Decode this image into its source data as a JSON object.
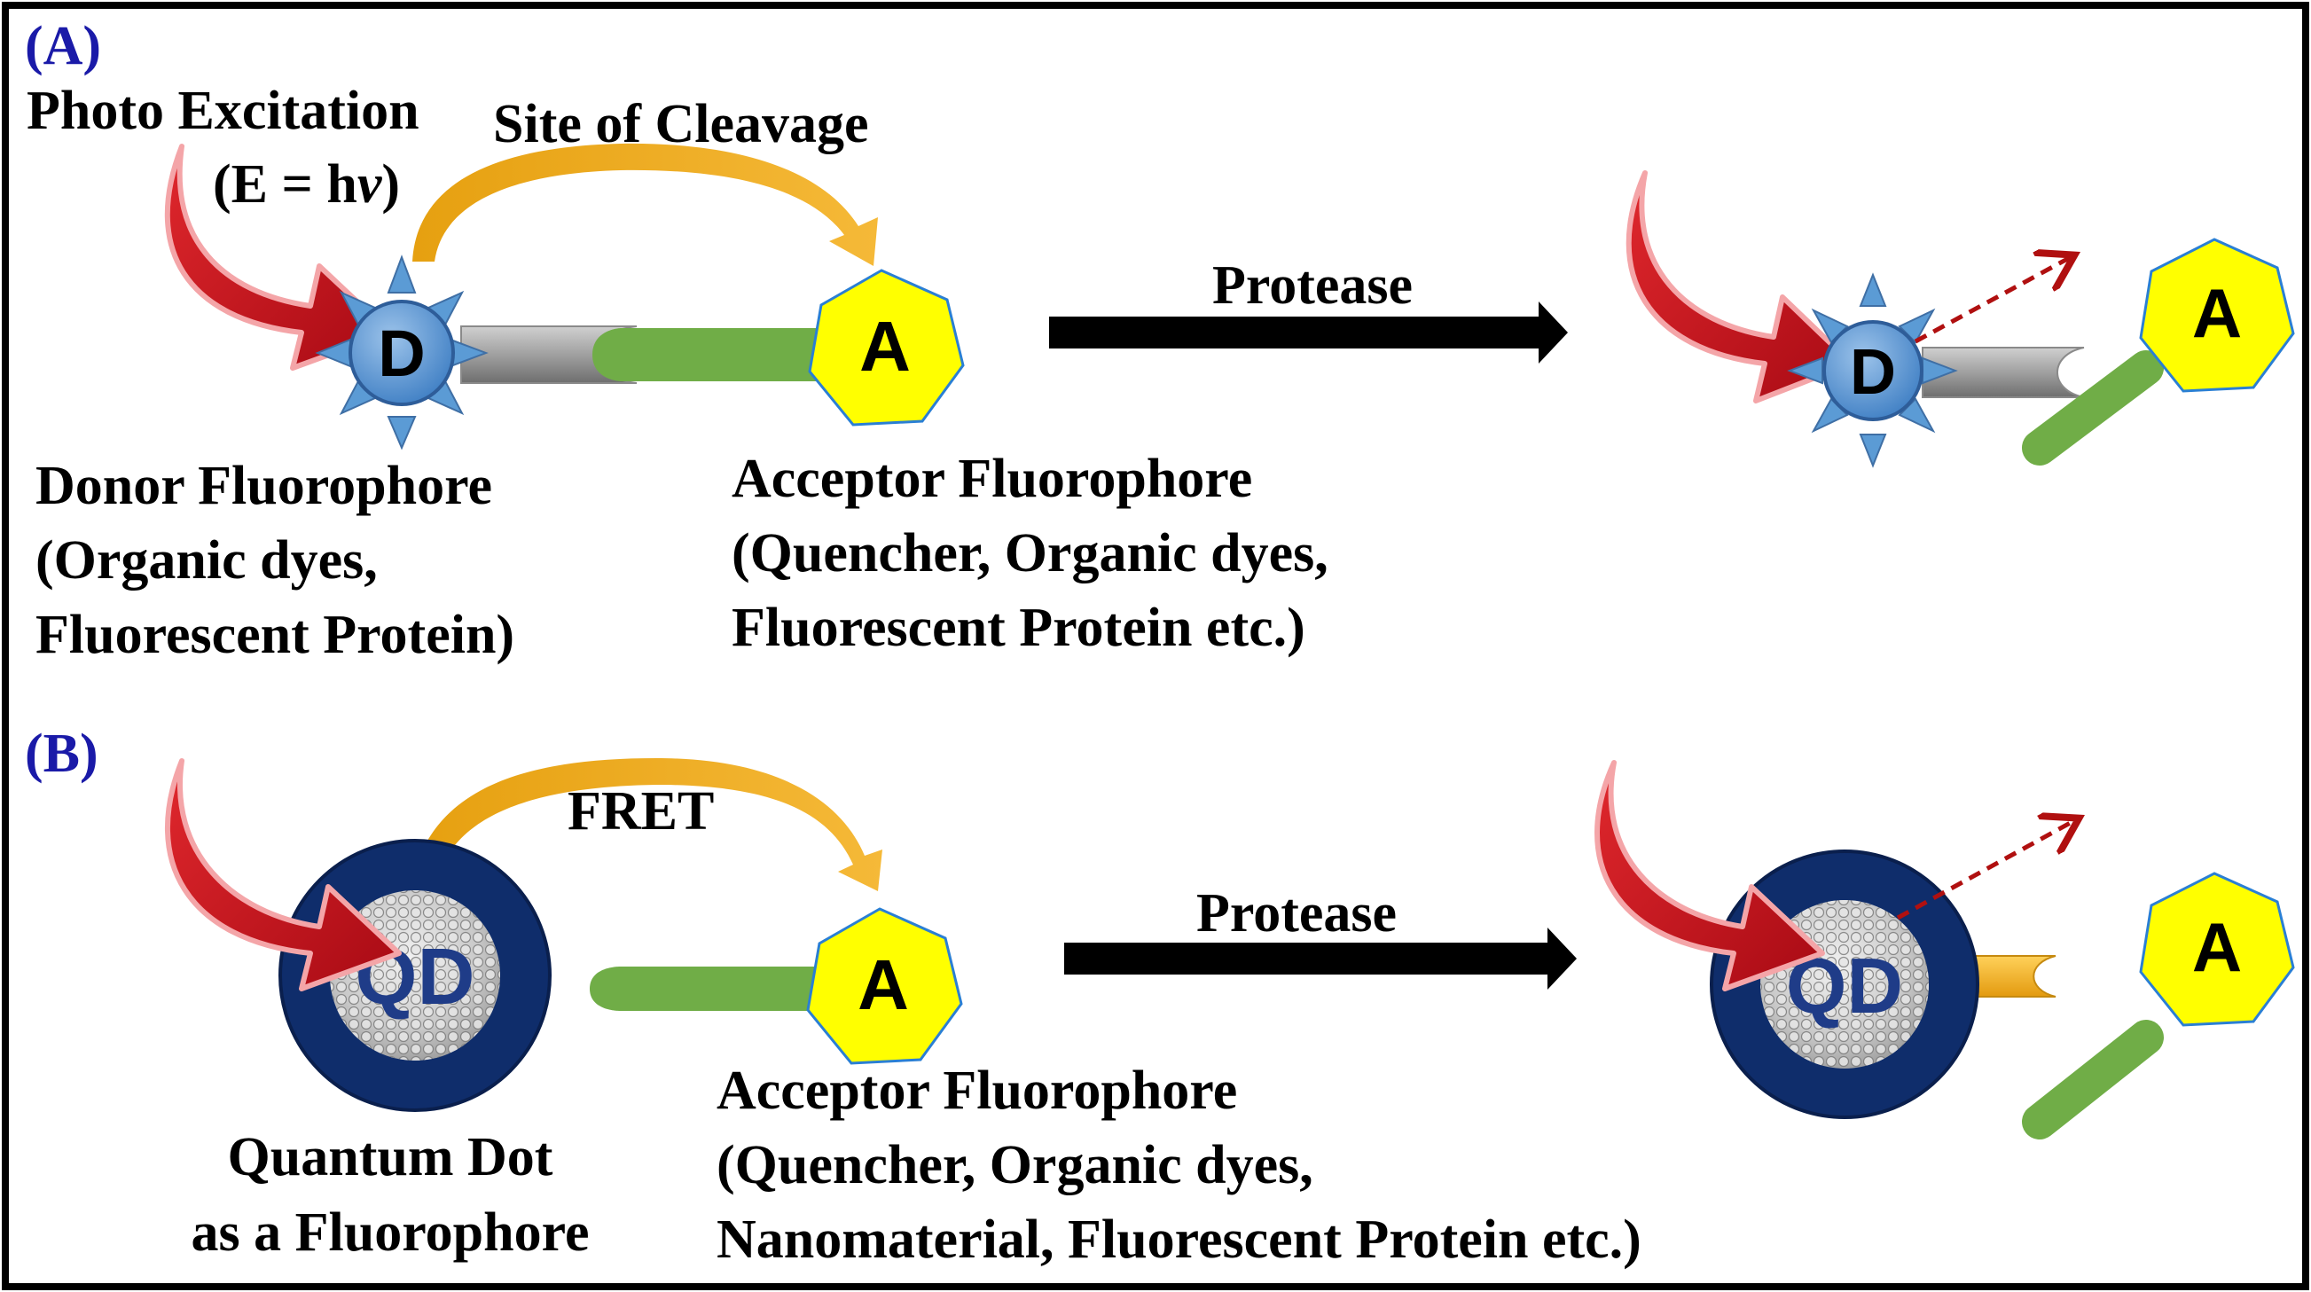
{
  "panel_a": {
    "label": "(A)",
    "photo_excitation_line1": "Photo Excitation",
    "photo_excitation_line2_prefix": "(E = h",
    "photo_excitation_line2_nu": "ν",
    "photo_excitation_line2_suffix": ")",
    "site_of_cleavage": "Site of Cleavage",
    "donor_letter": "D",
    "acceptor_letter": "A",
    "protease": "Protease",
    "donor_caption": [
      "Donor Fluorophore",
      "(Organic dyes,",
      "Fluorescent Protein)"
    ],
    "acceptor_caption": [
      "Acceptor Fluorophore",
      "(Quencher, Organic dyes,",
      "Fluorescent Protein etc.)"
    ]
  },
  "panel_b": {
    "label": "(B)",
    "fret": "FRET",
    "qd_text": "QD",
    "acceptor_letter": "A",
    "protease": "Protease",
    "qd_caption": [
      "Quantum Dot",
      "as a Fluorophore"
    ],
    "acceptor_caption": [
      "Acceptor Fluorophore",
      "(Quencher, Organic dyes,",
      "Nanomaterial, Fluorescent Protein etc.)"
    ]
  },
  "colors": {
    "panel_label": "#1a1aa8",
    "excitation_arrow": "#c8101a",
    "fret_arc": "#f0a81e",
    "acceptor_fill": "#ffff00",
    "donor_fill": "#5b9bd5",
    "linker_green": "#70ad47",
    "linker_gray": "#a6a6a6",
    "qd_shell": "#0f2d6b",
    "qd_text": "#1f3c88",
    "emission_arrow": "#b01010"
  }
}
